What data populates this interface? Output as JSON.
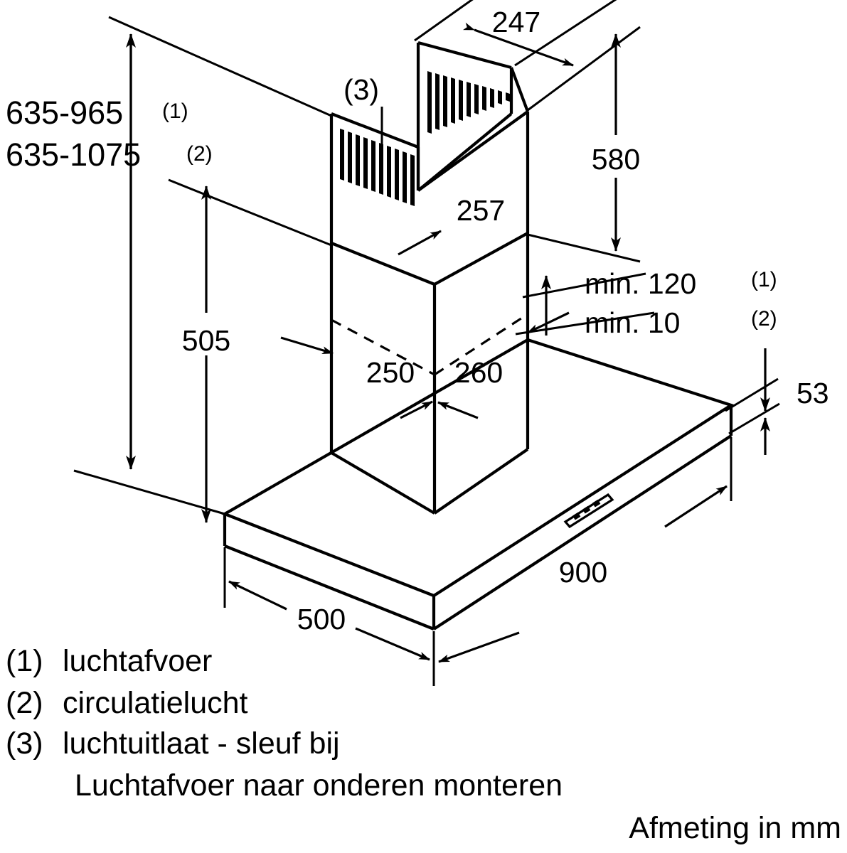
{
  "drawing": {
    "title_note": "Afmeting in mm",
    "units": "mm"
  },
  "dimensions": {
    "height_range_1": "635-965",
    "height_range_1_ref": "(1)",
    "height_range_2": "635-1075",
    "height_range_2_ref": "(2)",
    "chimney_top_depth": "247",
    "chimney_total_height": "580",
    "chimney_upper_width": "257",
    "canopy_to_chimney": "505",
    "chimney_lower_depth": "250",
    "chimney_lower_width": "260",
    "min_clearance_1": "min. 120",
    "min_clearance_1_ref": "(1)",
    "min_clearance_2": "min. 10",
    "min_clearance_2_ref": "(2)",
    "canopy_thickness": "53",
    "canopy_depth": "500",
    "canopy_width": "900",
    "air_outlet_ref": "(3)"
  },
  "legend": {
    "items": [
      {
        "ref": "(1)",
        "text": "luchtafvoer"
      },
      {
        "ref": "(2)",
        "text": "circulatielucht"
      },
      {
        "ref": "(3)",
        "text": "luchtuitlaat - sleuf bij"
      }
    ],
    "continuation": "Luchtafvoer naar onderen monteren",
    "footer": "Afmeting in mm"
  },
  "colors": {
    "line": "#000000",
    "background": "#ffffff"
  }
}
